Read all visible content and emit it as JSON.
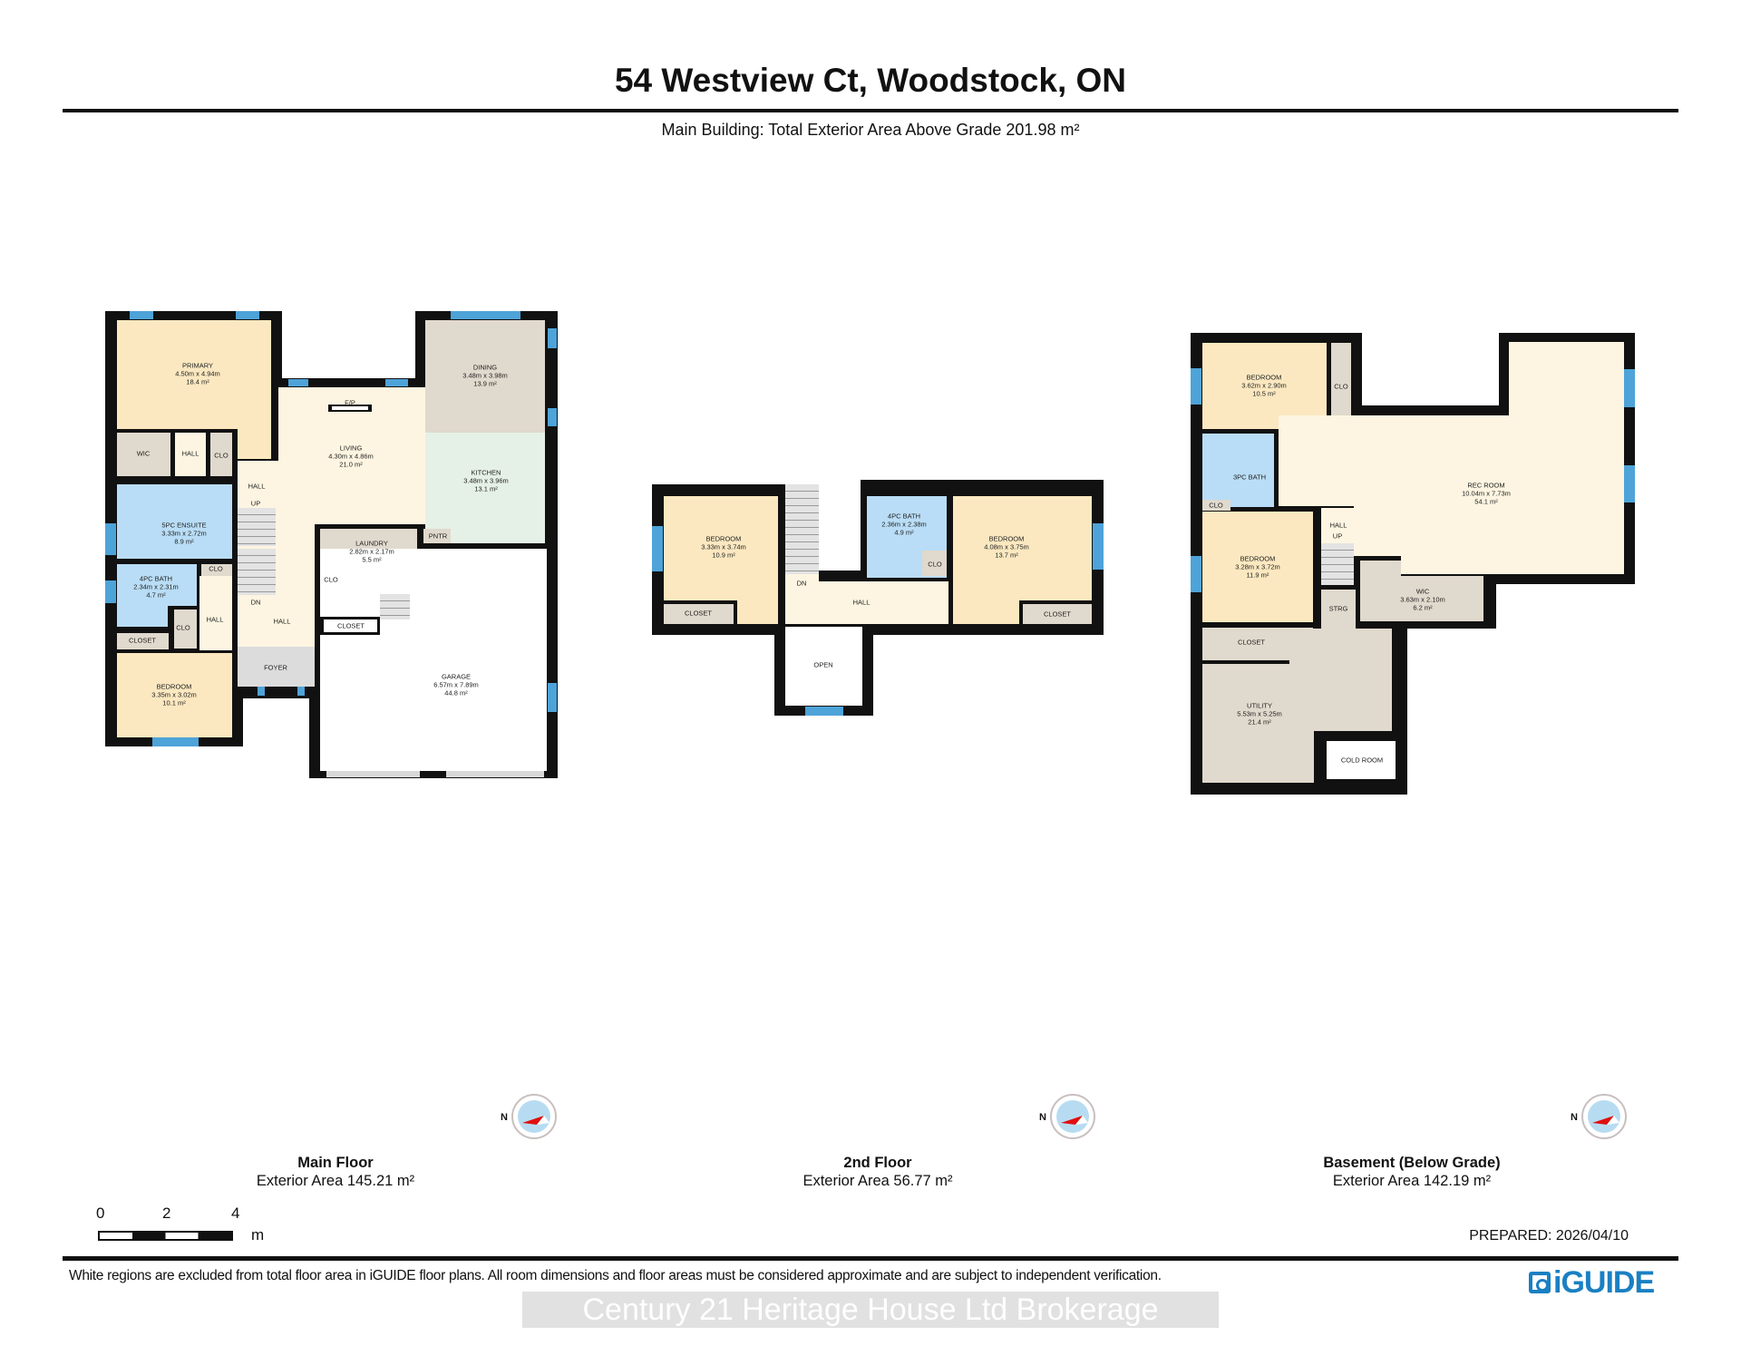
{
  "header": {
    "title": "54 Westview Ct, Woodstock, ON",
    "subtitle": "Main Building: Total Exterior Area Above Grade 201.98 m²"
  },
  "colors": {
    "wall": "#111111",
    "bedroom": "#fbe8c0",
    "living": "#fdf5e1",
    "bath": "#b9ddf6",
    "storage": "#e0d9cd",
    "kitchen": "#e5f1e6",
    "foyer": "#dcdcdc",
    "window": "#4ea3d8",
    "brand": "#1a80c2"
  },
  "floors": [
    {
      "name": "Main Floor",
      "area": "Exterior Area 145.21 m²",
      "markers": [
        "F/P",
        "UP",
        "DN"
      ],
      "rooms": [
        {
          "name": "PRIMARY",
          "dims": "4.50m x 4.94m",
          "area": "18.4 m²"
        },
        {
          "name": "WIC"
        },
        {
          "name": "HALL"
        },
        {
          "name": "CLO"
        },
        {
          "name": "LIVING",
          "dims": "4.30m x 4.86m",
          "area": "21.0 m²"
        },
        {
          "name": "HALL"
        },
        {
          "name": "DINING",
          "dims": "3.48m x 3.98m",
          "area": "13.9 m²"
        },
        {
          "name": "KITCHEN",
          "dims": "3.48m x 3.96m",
          "area": "13.1 m²"
        },
        {
          "name": "5PC ENSUITE",
          "dims": "3.33m x 2.72m",
          "area": "8.9 m²"
        },
        {
          "name": "LAUNDRY",
          "dims": "2.82m x 2.17m",
          "area": "5.5 m²"
        },
        {
          "name": "PNTR"
        },
        {
          "name": "CLO"
        },
        {
          "name": "4PC BATH",
          "dims": "2.34m x 2.31m",
          "area": "4.7 m²"
        },
        {
          "name": "CLO"
        },
        {
          "name": "HALL"
        },
        {
          "name": "HALL"
        },
        {
          "name": "CLO"
        },
        {
          "name": "CLOSET"
        },
        {
          "name": "CLOSET"
        },
        {
          "name": "FOYER"
        },
        {
          "name": "BEDROOM",
          "dims": "3.35m x 3.02m",
          "area": "10.1 m²"
        },
        {
          "name": "GARAGE",
          "dims": "6.57m x 7.89m",
          "area": "44.8 m²"
        }
      ]
    },
    {
      "name": "2nd Floor",
      "area": "Exterior Area 56.77 m²",
      "markers": [
        "DN"
      ],
      "rooms": [
        {
          "name": "BEDROOM",
          "dims": "3.33m x 3.74m",
          "area": "10.9 m²"
        },
        {
          "name": "CLOSET"
        },
        {
          "name": "HALL"
        },
        {
          "name": "4PC BATH",
          "dims": "2.36m x 2.38m",
          "area": "4.9 m²"
        },
        {
          "name": "CLO"
        },
        {
          "name": "BEDROOM",
          "dims": "4.08m x 3.75m",
          "area": "13.7 m²"
        },
        {
          "name": "CLOSET"
        },
        {
          "name": "OPEN"
        }
      ]
    },
    {
      "name": "Basement (Below Grade)",
      "area": "Exterior Area 142.19 m²",
      "markers": [
        "UP"
      ],
      "rooms": [
        {
          "name": "BEDROOM",
          "dims": "3.62m x 2.90m",
          "area": "10.5 m²"
        },
        {
          "name": "CLO"
        },
        {
          "name": "3PC BATH"
        },
        {
          "name": "REC ROOM",
          "dims": "10.04m x 7.73m",
          "area": "54.1 m²"
        },
        {
          "name": "CLO"
        },
        {
          "name": "HALL"
        },
        {
          "name": "BEDROOM",
          "dims": "3.28m x 3.72m",
          "area": "11.9 m²"
        },
        {
          "name": "WIC",
          "dims": "3.63m x 2.10m",
          "area": "6.2 m²"
        },
        {
          "name": "STRG"
        },
        {
          "name": "CLOSET"
        },
        {
          "name": "UTILITY",
          "dims": "5.53m x 5.25m",
          "area": "21.4 m²"
        },
        {
          "name": "COLD ROOM"
        }
      ]
    }
  ],
  "compass": {
    "label": "N",
    "icon": "north-arrow-compass"
  },
  "scale": {
    "ticks": [
      "0",
      "2",
      "4"
    ],
    "unit": "m"
  },
  "prepared": "PREPARED: 2026/04/10",
  "footer": {
    "disclaimer": "White regions are excluded from total floor area in iGUIDE floor plans. All room dimensions and floor areas must be considered approximate and are subject to independent verification.",
    "watermark": "Century 21 Heritage House Ltd Brokerage",
    "logo": "iGUIDE"
  }
}
